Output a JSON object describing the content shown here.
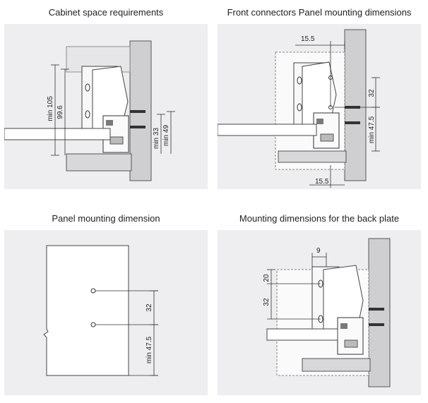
{
  "panels": [
    {
      "title": "Cabinet space requirements",
      "dims": {
        "min105": "min 105",
        "d996": "99.6",
        "min33": "min 33",
        "min49": "min 49"
      }
    },
    {
      "title": "Front connectors Panel mounting dimensions",
      "dims": {
        "top155": "15.5",
        "d32": "32",
        "min475": "min 47.5",
        "bottom155": "15.5"
      }
    },
    {
      "title": "Panel mounting dimension",
      "dims": {
        "d32": "32",
        "min475": "min 47.5"
      }
    },
    {
      "title": "Mounting dimensions for the back plate",
      "dims": {
        "d9": "9",
        "d20": "20",
        "d32": "32"
      }
    }
  ]
}
